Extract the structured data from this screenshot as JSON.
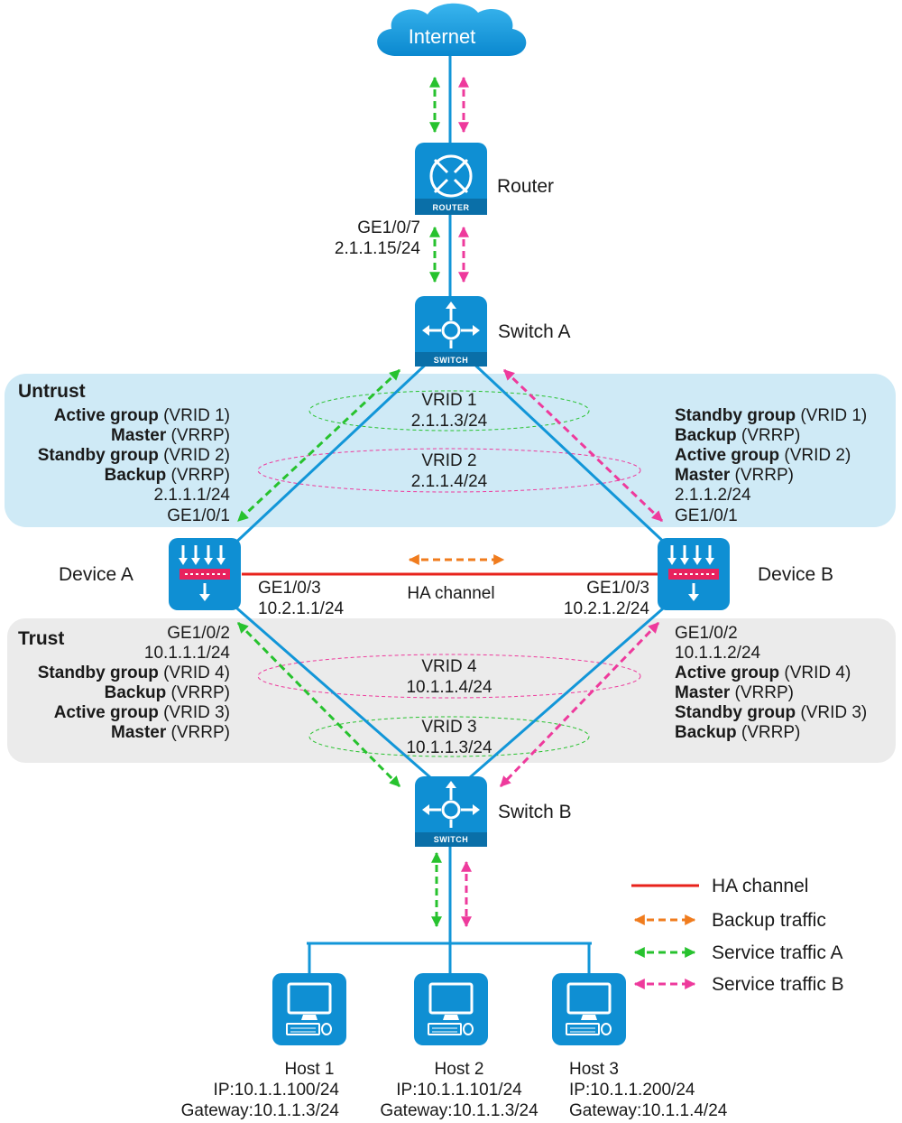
{
  "cloud": {
    "label": "Internet"
  },
  "router": {
    "name": "Router",
    "icon_text": "ROUTER",
    "port": "GE1/0/7",
    "ip": "2.1.1.15/24"
  },
  "switch_a": {
    "name": "Switch A",
    "icon_text": "SWITCH"
  },
  "switch_b": {
    "name": "Switch B",
    "icon_text": "SWITCH"
  },
  "zones": {
    "untrust": "Untrust",
    "trust": "Trust"
  },
  "vrids": [
    {
      "name": "VRID 1",
      "ip": "2.1.1.3/24"
    },
    {
      "name": "VRID 2",
      "ip": "2.1.1.4/24"
    },
    {
      "name": "VRID 4",
      "ip": "10.1.1.4/24"
    },
    {
      "name": "VRID 3",
      "ip": "10.1.1.3/24"
    }
  ],
  "device_a": {
    "name": "Device A",
    "untrust": [
      {
        "bold": "Active group",
        "rest": " (VRID 1)"
      },
      {
        "bold": "Master",
        "rest": " (VRRP)"
      },
      {
        "bold": "Standby group",
        "rest": " (VRID 2)"
      },
      {
        "bold": "Backup",
        "rest": " (VRRP)"
      }
    ],
    "untrust_ip": "2.1.1.1/24",
    "untrust_port": "GE1/0/1",
    "ha_port": "GE1/0/3",
    "ha_ip": "10.2.1.1/24",
    "trust_port": "GE1/0/2",
    "trust_ip": "10.1.1.1/24",
    "trust": [
      {
        "bold": "Standby group",
        "rest": " (VRID 4)"
      },
      {
        "bold": "Backup",
        "rest": " (VRRP)"
      },
      {
        "bold": "Active group",
        "rest": " (VRID 3)"
      },
      {
        "bold": "Master",
        "rest": " (VRRP)"
      }
    ]
  },
  "device_b": {
    "name": "Device B",
    "untrust": [
      {
        "bold": "Standby group",
        "rest": " (VRID 1)"
      },
      {
        "bold": "Backup",
        "rest": " (VRRP)"
      },
      {
        "bold": "Active group",
        "rest": " (VRID 2)"
      },
      {
        "bold": "Master",
        "rest": " (VRRP)"
      }
    ],
    "untrust_ip": "2.1.1.2/24",
    "untrust_port": "GE1/0/1",
    "ha_port": "GE1/0/3",
    "ha_ip": "10.2.1.2/24",
    "trust_port": "GE1/0/2",
    "trust_ip": "10.1.1.2/24",
    "trust": [
      {
        "bold": "Active group",
        "rest": " (VRID 4)"
      },
      {
        "bold": "Master",
        "rest": " (VRRP)"
      },
      {
        "bold": "Standby group",
        "rest": " (VRID 3)"
      },
      {
        "bold": "Backup",
        "rest": " (VRRP)"
      }
    ]
  },
  "ha_channel_label": "HA channel",
  "hosts": [
    {
      "name": "Host 1",
      "ip": "IP:10.1.1.100/24",
      "gw": "Gateway:10.1.1.3/24"
    },
    {
      "name": "Host 2",
      "ip": "IP:10.1.1.101/24",
      "gw": "Gateway:10.1.1.3/24"
    },
    {
      "name": "Host 3",
      "ip": "IP:10.1.1.200/24",
      "gw": "Gateway:10.1.1.4/24"
    }
  ],
  "legend": [
    {
      "label": "HA channel",
      "color": "#e8221b",
      "style": "solid"
    },
    {
      "label": "Backup traffic",
      "color": "#f07c1e",
      "style": "dashed"
    },
    {
      "label": "Service traffic A",
      "color": "#27c22e",
      "style": "dashed"
    },
    {
      "label": "Service traffic B",
      "color": "#ee3a9c",
      "style": "dashed"
    }
  ],
  "colors": {
    "link": "#1296d8",
    "icon": "#0f8fd3",
    "untrust_zone": "#cfeaf6",
    "trust_zone": "#ebebeb",
    "green": "#27c22e",
    "pink": "#ee3a9c",
    "orange": "#f07c1e",
    "red": "#e8221b"
  }
}
